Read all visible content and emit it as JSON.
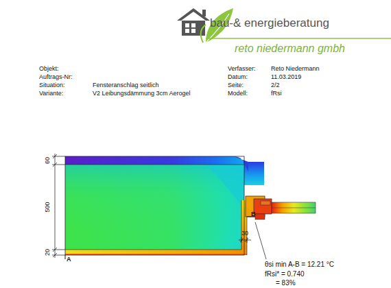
{
  "diagram": {
    "labels": [
      "bau-& energieberatung",
      "reto niedermann gmbh",
      "Objekt:",
      "Auftrags-Nr:",
      "Situation:",
      "Variante:",
      "Fensteranschlag seitlich",
      "V2 Leibungsdämmung 3cm Aerogel",
      "Verfasser:",
      "Datum:",
      "Seite:",
      "Modell:",
      "Reto Niedermann",
      "11.03.2019",
      "2/2",
      "fRsi",
      "60",
      "500",
      "20",
      "30",
      "A",
      "B",
      "θsi min A-B = 12.21 °C",
      "fRsi* = 0.740",
      "= 83%"
    ]
  }
}
